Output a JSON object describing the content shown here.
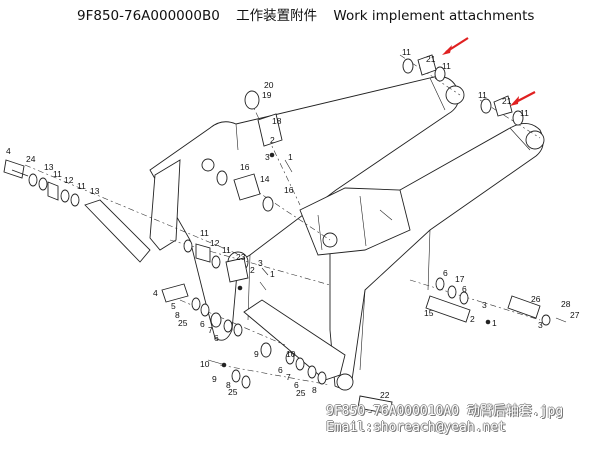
{
  "header": {
    "code": "9F850-76A000000B0",
    "title_cn": "工作装置附件",
    "title_en": "Work implement attachments"
  },
  "watermark": {
    "filename": "9F850-76A000010A0 动臂后轴套.jpg",
    "email": "Email:shoreach@yeah.net"
  },
  "colors": {
    "arrow": "#e02020",
    "line": "#222222"
  },
  "callouts": [
    "1",
    "2",
    "3",
    "4",
    "5",
    "6",
    "7",
    "8",
    "9",
    "10",
    "11",
    "12",
    "13",
    "14",
    "15",
    "16",
    "17",
    "18",
    "19",
    "20",
    "21",
    "22",
    "23",
    "24",
    "25",
    "26",
    "27",
    "28"
  ]
}
